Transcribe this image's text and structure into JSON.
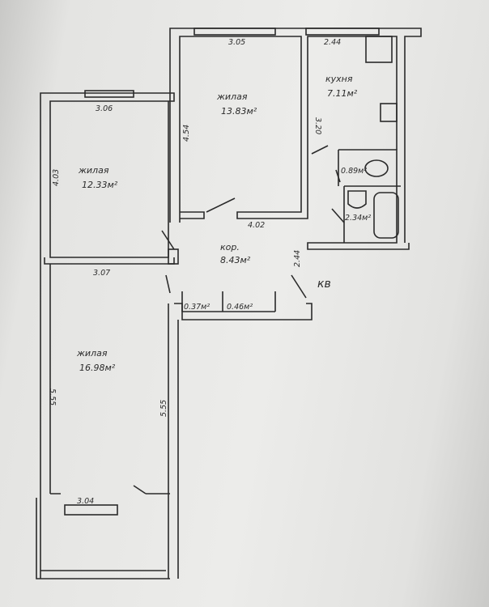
{
  "rooms": {
    "living_top": {
      "label": "жилая",
      "area": "13.83м²"
    },
    "kitchen": {
      "label": "кухня",
      "area": "7.11м²"
    },
    "living_left": {
      "label": "жилая",
      "area": "12.33м²"
    },
    "living_bottom": {
      "label": "жилая",
      "area": "16.98м²"
    },
    "corridor": {
      "label": "кор.",
      "area": "8.43м²"
    },
    "toilet": {
      "area": "0.89м²"
    },
    "bathroom": {
      "area": "2.34м²"
    },
    "closet_1": {
      "area": "0.37м²"
    },
    "closet_2": {
      "area": "0.46м²"
    }
  },
  "dimensions": {
    "top_room_width": "3.05",
    "kitchen_width": "2.44",
    "left_room_width": "3.06",
    "top_room_depth": "4.54",
    "kitchen_depth": "3.20",
    "left_room_depth": "4.03",
    "top_room_bottom": "4.02",
    "left_room_bottom": "3.07",
    "corridor_width": "2.44",
    "bottom_room_left": "5.55",
    "bottom_room_right": "5.55",
    "balcony_width": "3.04"
  },
  "note": "кв"
}
